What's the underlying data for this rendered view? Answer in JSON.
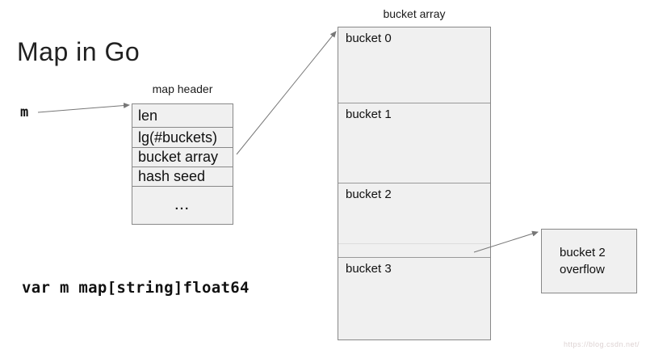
{
  "title": "Map in Go",
  "var_label": "m",
  "code": "var m map[string]float64",
  "map_header": {
    "label": "map header",
    "rows": [
      "len",
      "lg(#buckets)",
      "bucket array",
      "hash seed",
      "..."
    ]
  },
  "bucket_array": {
    "label": "bucket array",
    "buckets": [
      "bucket 0",
      "bucket 1",
      "bucket 2",
      "bucket 3"
    ]
  },
  "overflow_box": {
    "line1": "bucket 2",
    "line2": "overflow"
  },
  "watermark": "https://blog.csdn.net/",
  "colors": {
    "box_fill": "#f0f0f0",
    "box_border": "#888888",
    "arrow": "#777777",
    "faint_divider": "#dddddd"
  }
}
